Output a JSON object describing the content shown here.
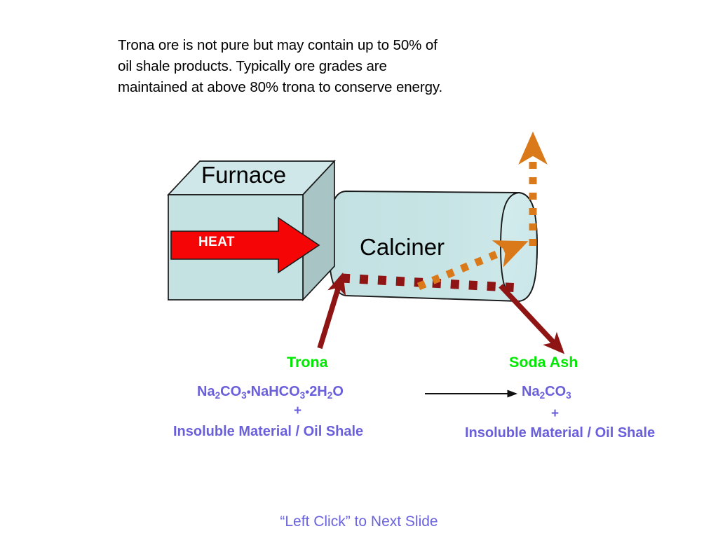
{
  "slide": {
    "intro_text": "Trona ore is not pure but may contain up to 50% of\noil shale products.  Typically ore grades are\nmaintained at above 80% trona to conserve energy.",
    "footer_hint": "“Left Click” to Next Slide"
  },
  "diagram": {
    "furnace_label": "Furnace",
    "calciner_label": "Calciner",
    "heat_label": "HEAT",
    "colors": {
      "vessel_fill": "#c5e2e3",
      "vessel_fill_dark": "#a9c4c5",
      "vessel_fill_light": "#d6ecee",
      "vessel_stroke": "#1a1a1a",
      "heat_arrow": "#f50505",
      "heat_arrow_stroke": "#1a1a1a",
      "solids_path": "#8f1414",
      "vapor_path": "#d9791a",
      "species_green": "#00e800",
      "formula_purple": "#6a5fdb",
      "footer_purple": "#6a63dd"
    }
  },
  "chemistry": {
    "reactant": {
      "name": "Trona",
      "formula_parts": [
        {
          "t": "Na",
          "sub": false
        },
        {
          "t": "2",
          "sub": true
        },
        {
          "t": "CO",
          "sub": false
        },
        {
          "t": "3",
          "sub": true
        },
        {
          "t": "•",
          "sub": false
        },
        {
          "t": "NaHCO",
          "sub": false
        },
        {
          "t": "3",
          "sub": true
        },
        {
          "t": "•",
          "sub": false
        },
        {
          "t": "2H",
          "sub": false
        },
        {
          "t": "2",
          "sub": true
        },
        {
          "t": "O",
          "sub": false
        }
      ],
      "formula_plain": "Na2CO3•NaHCO3•2H2O",
      "plus": "+",
      "extra": "Insoluble Material / Oil Shale"
    },
    "product": {
      "name": "Soda Ash",
      "formula_parts": [
        {
          "t": "Na",
          "sub": false
        },
        {
          "t": "2",
          "sub": true
        },
        {
          "t": "CO",
          "sub": false
        },
        {
          "t": "3",
          "sub": true
        }
      ],
      "formula_plain": "Na2CO3",
      "plus": "+",
      "extra": "Insoluble Material / Oil Shale"
    }
  }
}
